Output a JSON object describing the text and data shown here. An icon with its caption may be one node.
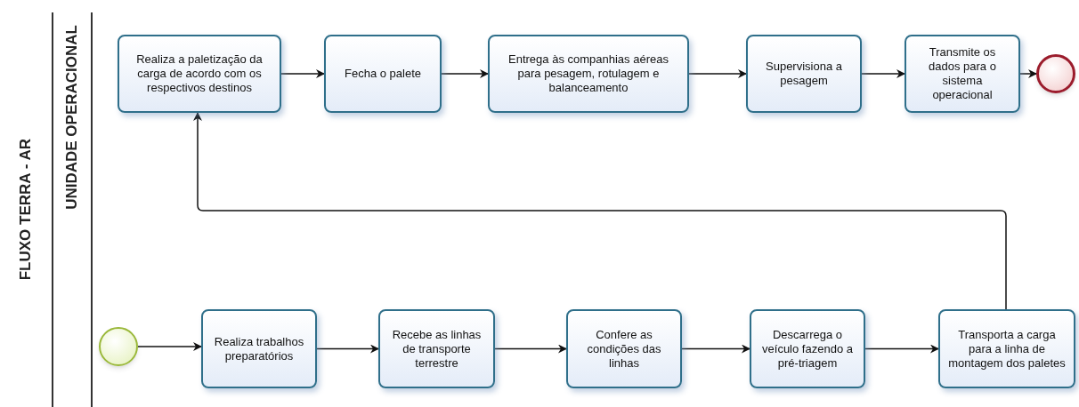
{
  "diagram": {
    "nodes": [
      {
        "text": [
          "FLUXO TERRA - AR"
        ]
      },
      {
        "text": [
          "UNIDADE OPERACIONAL"
        ],
        "in": 0
      },
      {
        "text": [
          "Realiza a paletização da carga de acordo com os respectivos destinos"
        ],
        "in": 1
      },
      {
        "text": [
          "Fecha o palete"
        ],
        "in": 1
      },
      {
        "text": [
          "Entrega às companhias aéreas para pesagem, rotulagem e balanceamento"
        ],
        "in": 1
      },
      {
        "text": [
          "Supervisiona a pesagem"
        ],
        "in": 1
      },
      {
        "text": [
          "Transmite os dados para o sistema operacional"
        ],
        "in": 1
      },
      {
        "text": [],
        "shape": "circle",
        "in": 1
      },
      {
        "text": [],
        "shape": "circle",
        "in": 1
      },
      {
        "text": [
          "Realiza trabalhos preparatórios"
        ],
        "in": 1
      },
      {
        "text": [
          "Recebe as linhas de transporte terrestre"
        ],
        "in": 1
      },
      {
        "text": [
          "Confere as condições das linhas"
        ],
        "in": 1
      },
      {
        "text": [
          "Descarrega o veículo fazendo a pré-triagem"
        ],
        "in": 1
      },
      {
        "text": [
          "Transporta a carga para a linha de montagem dos paletes"
        ],
        "in": 1
      }
    ],
    "edges": [
      {
        "from": 2,
        "to": 3,
        "arrow": "to"
      },
      {
        "from": 3,
        "to": 4,
        "arrow": "to"
      },
      {
        "from": 4,
        "to": 5,
        "arrow": "to"
      },
      {
        "from": 5,
        "to": 6,
        "arrow": "to"
      },
      {
        "from": 6,
        "to": 7,
        "arrow": "to"
      },
      {
        "from": 8,
        "to": 9,
        "arrow": "to"
      },
      {
        "from": 9,
        "to": 10,
        "arrow": "to"
      },
      {
        "from": 10,
        "to": 11,
        "arrow": "to"
      },
      {
        "from": 11,
        "to": 12,
        "arrow": "to"
      },
      {
        "from": 12,
        "to": 13,
        "arrow": "to"
      },
      {
        "from": 13,
        "to": 2,
        "arrow": "to"
      }
    ]
  }
}
